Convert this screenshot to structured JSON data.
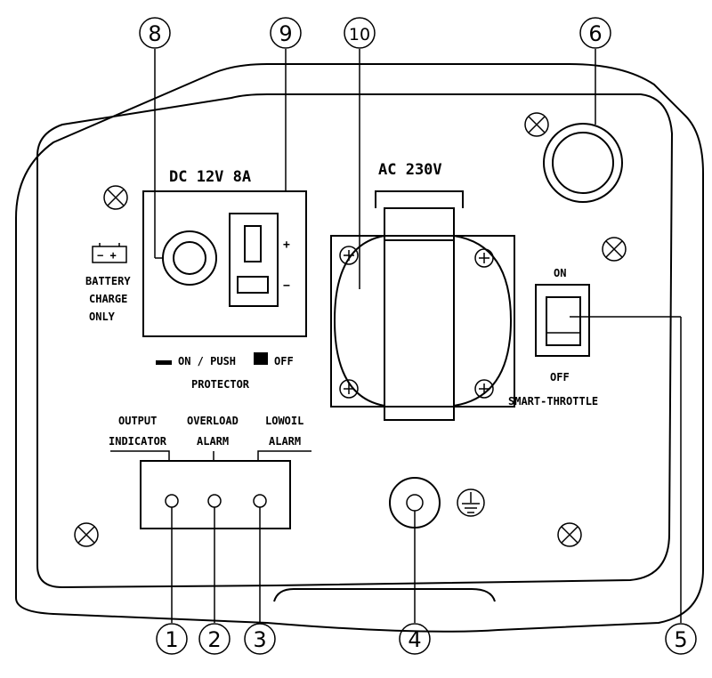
{
  "callouts": [
    "1",
    "2",
    "3",
    "4",
    "5",
    "6",
    "8",
    "9",
    "10"
  ],
  "dc_title": "DC 12V 8A",
  "ac_title": "AC 230V",
  "battery": {
    "line1": "BATTERY",
    "line2": "CHARGE",
    "line3": "ONLY",
    "icon_text": "− +"
  },
  "dc_plus": "+",
  "dc_minus": "−",
  "protector": {
    "line1": "ON / PUSH",
    "line1b": "OFF",
    "line2": "PROTECTOR"
  },
  "switch": {
    "on": "ON",
    "off": "OFF",
    "name": "SMART-THROTTLE"
  },
  "indicators": {
    "output_1": "OUTPUT",
    "output_2": "INDICATOR",
    "overload_1": "OVERLOAD",
    "overload_2": "ALARM",
    "lowoil_1": "LOWOIL",
    "lowoil_2": "ALARM"
  }
}
